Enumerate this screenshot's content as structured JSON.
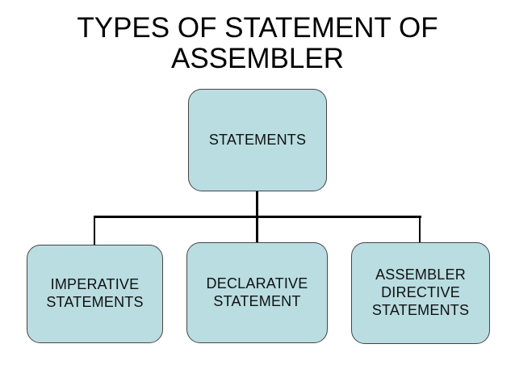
{
  "slide": {
    "title": "TYPES OF STATEMENT OF ASSEMBLER",
    "background_color": "#ffffff",
    "title_color": "#000000"
  },
  "diagram": {
    "type": "hierarchy",
    "node_fill_color": "#b9dde1",
    "node_border_color": "#454545",
    "connector_color": "#000000",
    "node_text_color": "#111111",
    "root": {
      "label": "STATEMENTS"
    },
    "children": [
      {
        "label": "IMPERATIVE STATEMENTS"
      },
      {
        "label": "DECLARATIVE STATEMENT"
      },
      {
        "label": "ASSEMBLER DIRECTIVE STATEMENTS"
      }
    ]
  }
}
